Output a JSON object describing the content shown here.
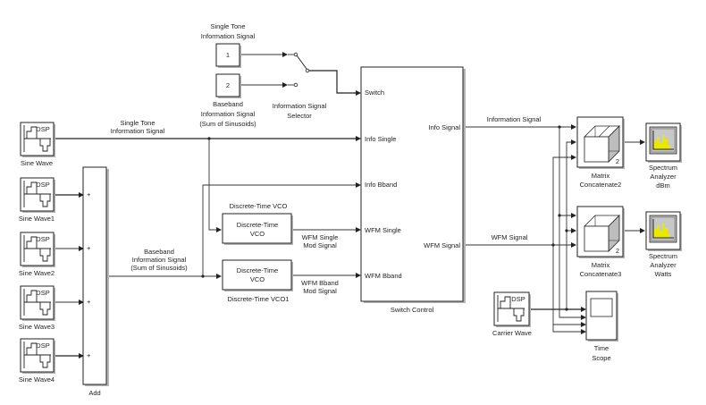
{
  "diagram": {
    "type": "simulink-model",
    "colors": {
      "block_border": "#222222",
      "line": "#333333",
      "scope_screen": "#e8e800",
      "scope_bg": "#c0c0c0"
    }
  },
  "blocks": {
    "sine_wave": {
      "label": "Sine Wave",
      "icon_text": "DSP"
    },
    "sine_wave1": {
      "label": "Sine Wave1",
      "icon_text": "DSP"
    },
    "sine_wave2": {
      "label": "Sine Wave2",
      "icon_text": "DSP"
    },
    "sine_wave3": {
      "label": "Sine Wave3",
      "icon_text": "DSP"
    },
    "sine_wave4": {
      "label": "Sine Wave4",
      "icon_text": "DSP"
    },
    "add": {
      "label": "Add",
      "port_signs": [
        "+",
        "+",
        "+",
        "+"
      ]
    },
    "const1": {
      "value": "1",
      "label_lines": [
        "Single Tone",
        "Information Signal"
      ]
    },
    "const2": {
      "value": "2",
      "label_lines": [
        "Baseband",
        "Information Signal",
        "(Sum of Sinusoids)"
      ]
    },
    "selector": {
      "label_lines": [
        "Information Signal",
        "Selector"
      ]
    },
    "vco1": {
      "text_lines": [
        "Discrete-Time",
        "VCO"
      ],
      "label": "Discrete-Time VCO"
    },
    "vco2": {
      "text_lines": [
        "Discrete-Time",
        "VCO"
      ],
      "label": "Discrete-Time VCO1"
    },
    "switch_control": {
      "label": "Switch Control",
      "inputs": [
        "Switch",
        "Info Single",
        "Info Bband",
        "WFM Single",
        "WFM Bband"
      ],
      "outputs": [
        "Info Signal",
        "WFM Signal"
      ]
    },
    "concat2": {
      "label_lines": [
        "Matrix",
        "Concatenate2"
      ],
      "dim": "2"
    },
    "concat3": {
      "label_lines": [
        "Matrix",
        "Concatenate3"
      ],
      "dim": "2"
    },
    "spec_dbm": {
      "label_lines": [
        "Spectrum",
        "Analyzer",
        "dBm"
      ]
    },
    "spec_watts": {
      "label_lines": [
        "Spectrum",
        "Analyzer",
        "Watts"
      ]
    },
    "carrier": {
      "label": "Carrier Wave",
      "icon_text": "DSP"
    },
    "time_scope": {
      "label_lines": [
        "Time",
        "Scope"
      ]
    }
  },
  "signals": {
    "single_tone": [
      "Single Tone",
      "Information Signal"
    ],
    "baseband": [
      "Baseband",
      "Information Signal",
      "(Sum of Sinusoids)"
    ],
    "wfm_single": [
      "WFM Single",
      "Mod Signal"
    ],
    "wfm_bband": [
      "WFM Bband",
      "Mod Signal"
    ],
    "info_signal": "Information Signal",
    "wfm_signal": "WFM Signal"
  }
}
